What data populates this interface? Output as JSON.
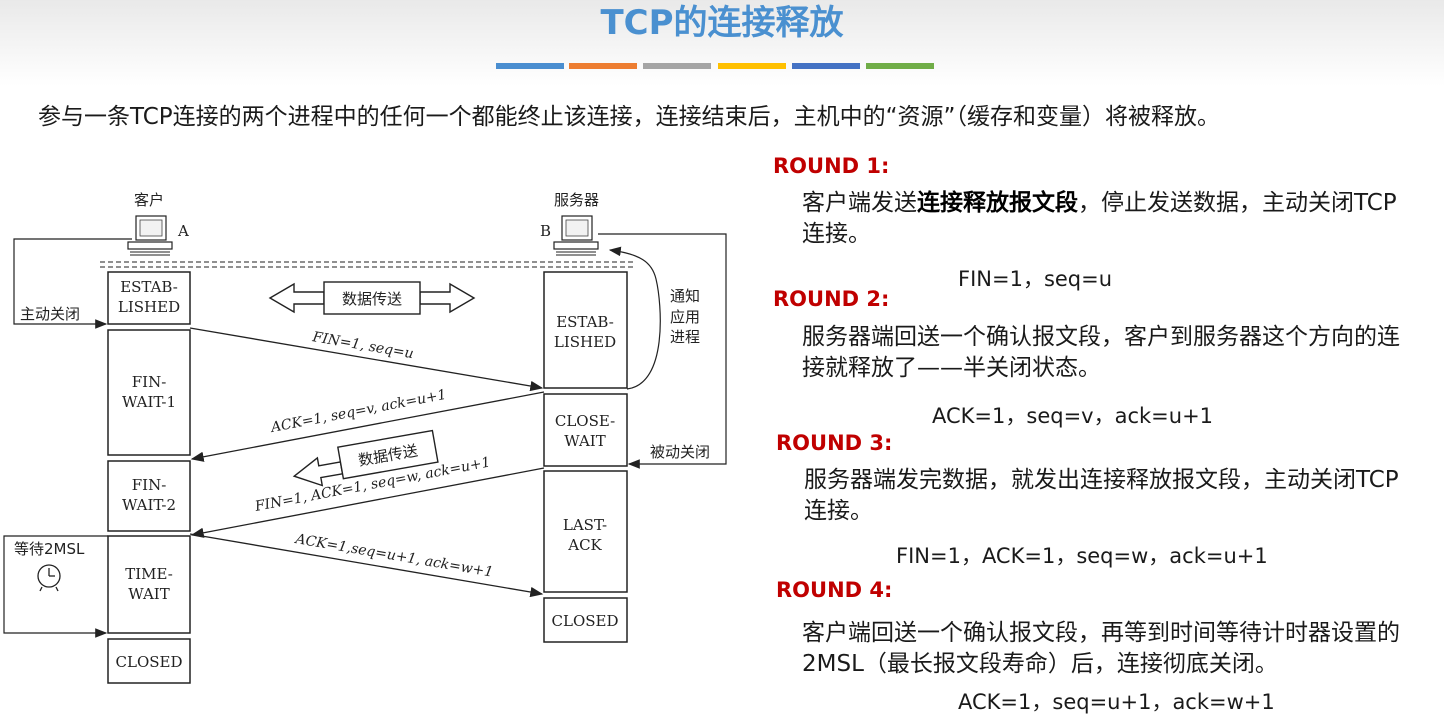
{
  "title": "TCP的连接释放",
  "colors": [
    "#4a8ed0",
    "#ed7d31",
    "#a5a5a5",
    "#ffc000",
    "#4472c4",
    "#70ad47"
  ],
  "intro": "参与一条TCP连接的两个进程中的任何一个都能终止该连接，连接结束后，主机中的“资源”（缓存和变量）将被释放。",
  "rounds": [
    {
      "heading": "ROUND 1:",
      "pre": "客户端发送",
      "highlight": "连接释放报文段",
      "post": "，停止发送数据，主动关闭TCP连接。",
      "eq": "FIN=1，seq=u"
    },
    {
      "heading": "ROUND 2:",
      "text": "服务器端回送一个确认报文段，客户到服务器这个方向的连接就释放了——半关闭状态。",
      "eq": "ACK=1，seq=v，ack=u+1"
    },
    {
      "heading": "ROUND 3:",
      "text": "服务器端发完数据，就发出连接释放报文段，主动关闭TCP连接。",
      "eq": "FIN=1，ACK=1，seq=w，ack=u+1"
    },
    {
      "heading": "ROUND 4:",
      "text": "客户端回送一个确认报文段，再等到时间等待计时器设置的2MSL（最长报文段寿命）后，连接彻底关闭。",
      "eq": "ACK=1，seq=u+1，ack=w+1"
    }
  ],
  "diagram": {
    "client_label": "客户",
    "server_label": "服务器",
    "client_letter": "A",
    "server_letter": "B",
    "active_close": "主动关闭",
    "passive_close": "被动关闭",
    "notify_app": [
      "通知",
      "应用",
      "进程"
    ],
    "data_transfer": "数据传送",
    "data_transfer2": "数据传送",
    "wait_2msl": "等待2MSL",
    "client_states": {
      "established": [
        "ESTAB-",
        "LISHED"
      ],
      "fin_wait_1": [
        "FIN-",
        "WAIT-1"
      ],
      "fin_wait_2": [
        "FIN-",
        "WAIT-2"
      ],
      "time_wait": [
        "TIME-",
        "WAIT"
      ],
      "closed": "CLOSED"
    },
    "server_states": {
      "established": [
        "ESTAB-",
        "LISHED"
      ],
      "close_wait": [
        "CLOSE-",
        "WAIT"
      ],
      "last_ack": [
        "LAST-",
        "ACK"
      ],
      "closed": "CLOSED"
    },
    "messages": {
      "m1": "FIN=1, seq=u",
      "m2": "ACK=1, seq=v, ack=u+1",
      "m3": "FIN=1, ACK=1, seq=w, ack=u+1",
      "m4": "ACK=1,seq=u+1, ack=w+1"
    }
  }
}
